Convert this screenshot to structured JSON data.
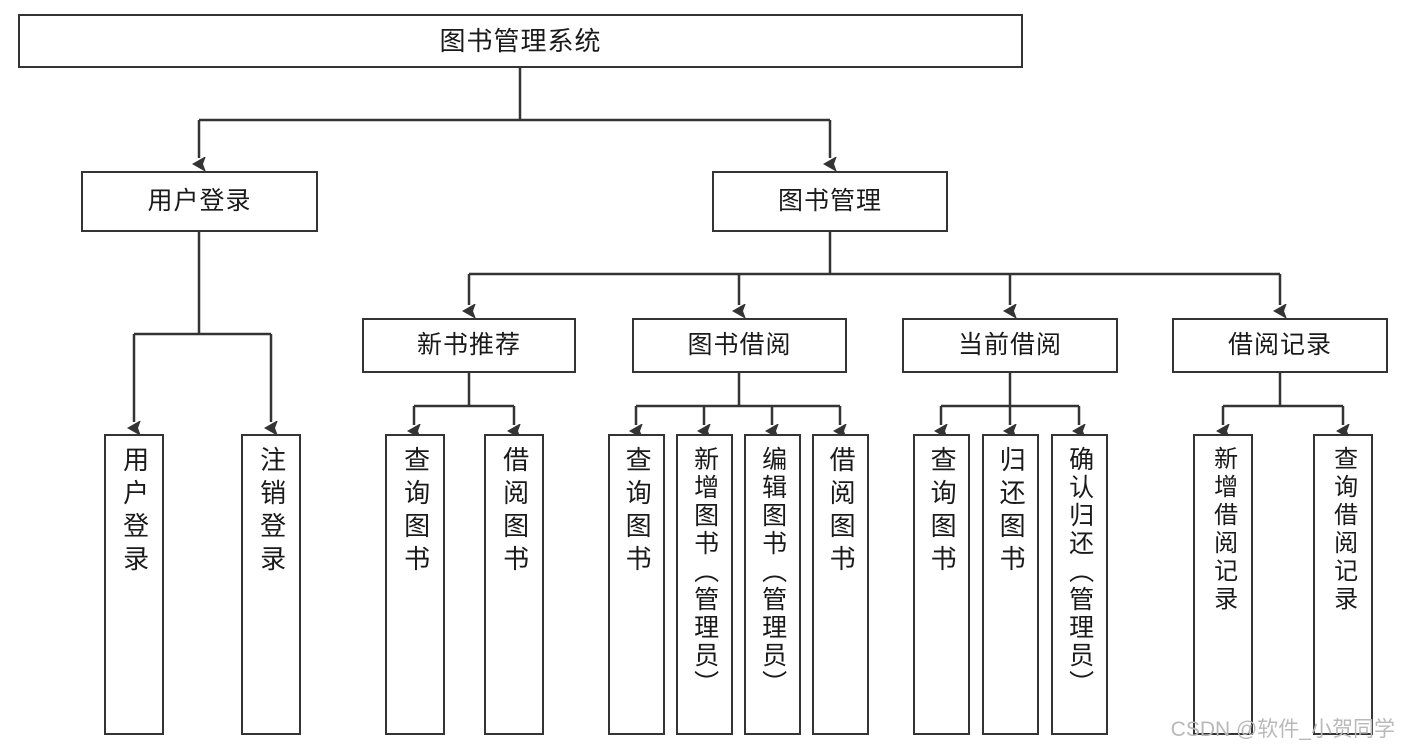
{
  "diagram": {
    "title": "图书管理系统",
    "type": "tree-hierarchy",
    "watermark": "CSDN @软件_小贺同学",
    "colors": {
      "stroke": "#343434",
      "fill": "#ffffff",
      "text": "#1a1a1a",
      "watermark": "#b9b9b9"
    },
    "nodes": {
      "root": {
        "label": "图书管理系统"
      },
      "level2": [
        {
          "id": "user-login",
          "label": "用户登录"
        },
        {
          "id": "book-manage",
          "label": "图书管理"
        }
      ],
      "level3": [
        {
          "id": "new-book-rec",
          "label": "新书推荐"
        },
        {
          "id": "book-borrow",
          "label": "图书借阅"
        },
        {
          "id": "current-borrow",
          "label": "当前借阅"
        },
        {
          "id": "borrow-record",
          "label": "借阅记录"
        }
      ],
      "leaves": {
        "user_login": [
          {
            "id": "leaf-user-login",
            "label": "用户登录"
          },
          {
            "id": "leaf-logout",
            "label": "注销登录"
          }
        ],
        "new_book_rec": [
          {
            "id": "leaf-query-book-1",
            "label": "查询图书"
          },
          {
            "id": "leaf-borrow-book-1",
            "label": "借阅图书"
          }
        ],
        "book_borrow": [
          {
            "id": "leaf-query-book-2",
            "label": "查询图书"
          },
          {
            "id": "leaf-add-book",
            "label": "新增图书（管理员）"
          },
          {
            "id": "leaf-edit-book",
            "label": "编辑图书（管理员）"
          },
          {
            "id": "leaf-borrow-book-2",
            "label": "借阅图书"
          }
        ],
        "current_borrow": [
          {
            "id": "leaf-query-book-3",
            "label": "查询图书"
          },
          {
            "id": "leaf-return-book",
            "label": "归还图书"
          },
          {
            "id": "leaf-confirm-return",
            "label": "确认归还（管理员）"
          }
        ],
        "borrow_record": [
          {
            "id": "leaf-add-record",
            "label": "新增借阅记录"
          },
          {
            "id": "leaf-query-record",
            "label": "查询借阅记录"
          }
        ]
      }
    }
  }
}
